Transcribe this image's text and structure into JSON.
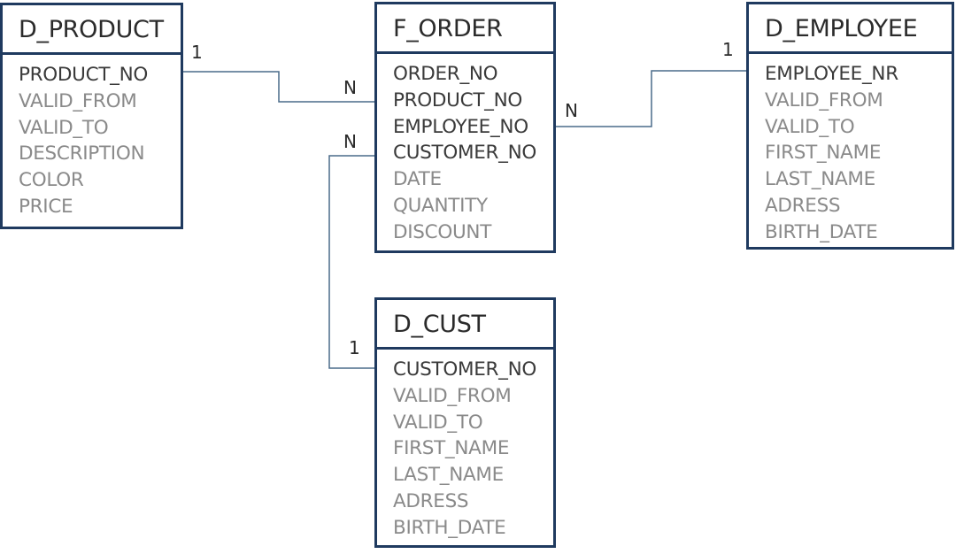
{
  "entities": {
    "d_product": {
      "title": "D_PRODUCT",
      "keys": [
        "PRODUCT_NO"
      ],
      "attributes": [
        "VALID_FROM",
        "VALID_TO",
        "DESCRIPTION",
        "COLOR",
        "PRICE"
      ]
    },
    "f_order": {
      "title": "F_ORDER",
      "keys": [
        "ORDER_NO",
        "PRODUCT_NO",
        "EMPLOYEE_NO",
        "CUSTOMER_NO"
      ],
      "attributes": [
        "DATE",
        "QUANTITY",
        "DISCOUNT"
      ]
    },
    "d_employee": {
      "title": "D_EMPLOYEE",
      "keys": [
        "EMPLOYEE_NR"
      ],
      "attributes": [
        "VALID_FROM",
        "VALID_TO",
        "FIRST_NAME",
        "LAST_NAME",
        "ADRESS",
        "BIRTH_DATE"
      ]
    },
    "d_cust": {
      "title": "D_CUST",
      "keys": [
        "CUSTOMER_NO"
      ],
      "attributes": [
        "VALID_FROM",
        "VALID_TO",
        "FIRST_NAME",
        "LAST_NAME",
        "ADRESS",
        "BIRTH_DATE"
      ]
    }
  },
  "relationships": {
    "product_order": {
      "one": "1",
      "many": "N"
    },
    "employee_order": {
      "one": "1",
      "many": "N"
    },
    "customer_order": {
      "one": "1",
      "many": "N"
    }
  },
  "colors": {
    "border": "#1f3a5f",
    "line": "#4a6b8a",
    "key_text": "#3a3a3a",
    "attr_text": "#8a8a8a"
  }
}
